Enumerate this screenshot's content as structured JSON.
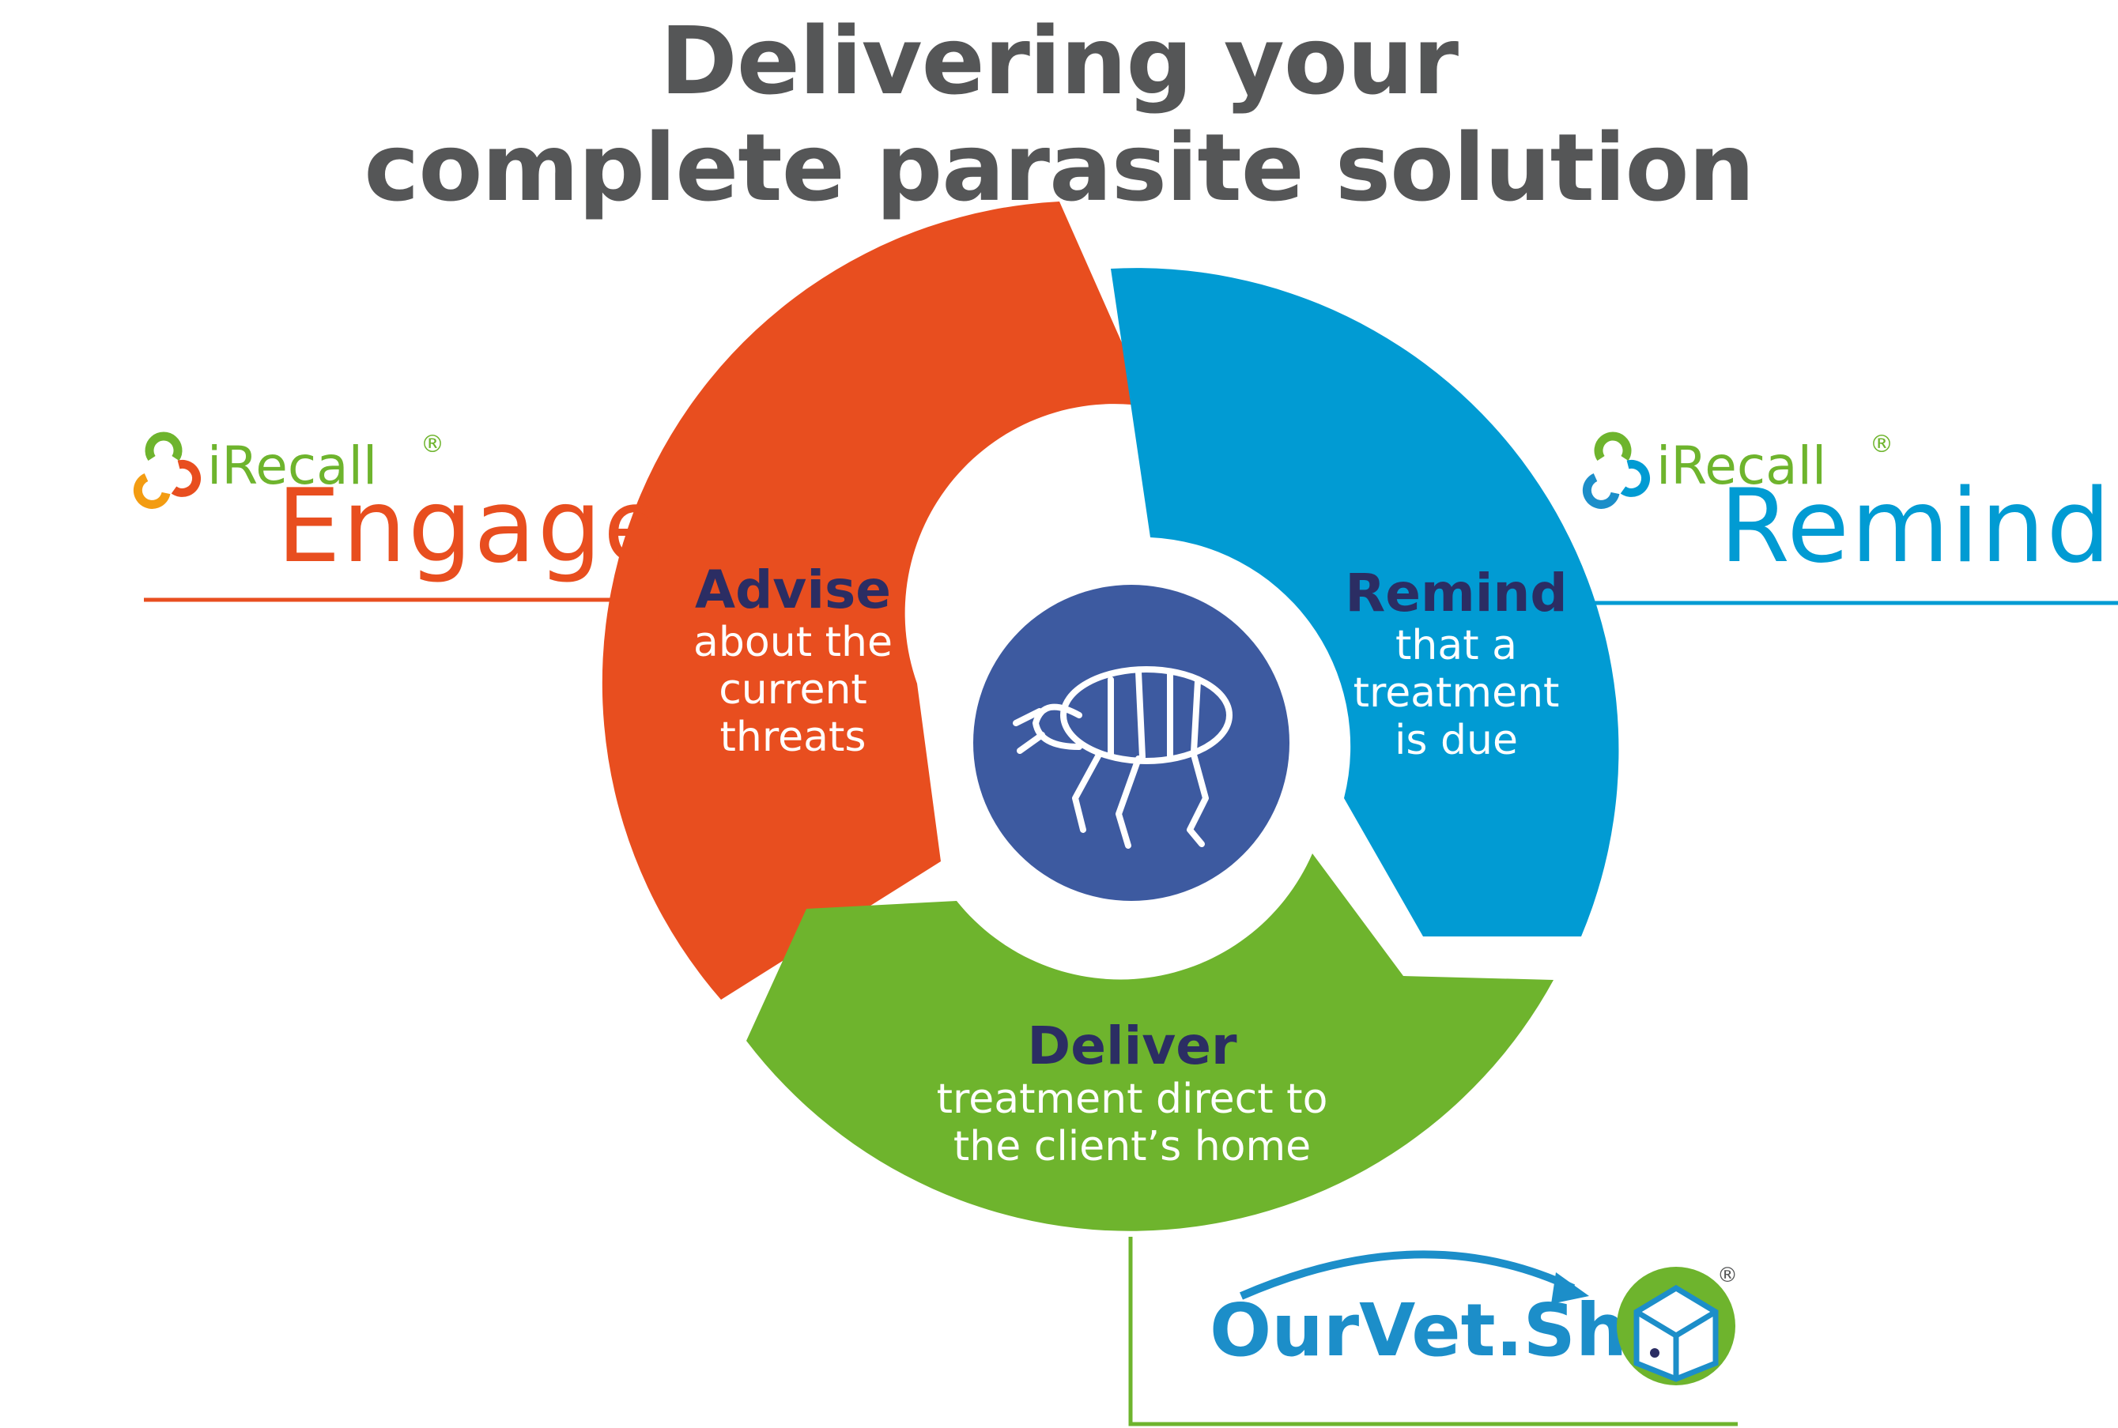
{
  "title": {
    "line1": "Delivering your",
    "line2": "complete parasite solution"
  },
  "colors": {
    "title": "#555657",
    "advise": "#e84e1f",
    "remind": "#019bd3",
    "deliver": "#6eb42d",
    "center": "#3d5aa0",
    "heading": "#2b2d63",
    "ourvet_blue": "#1c8ec9"
  },
  "segments": {
    "advise": {
      "heading": "Advise",
      "lines": [
        "about the",
        "current",
        "threats"
      ]
    },
    "remind": {
      "heading": "Remind",
      "lines": [
        "that a",
        "treatment",
        "is due"
      ]
    },
    "deliver": {
      "heading": "Deliver",
      "lines": [
        "treatment direct to",
        "the client’s home"
      ]
    }
  },
  "center_icon": "flea-icon",
  "logos": {
    "engage": {
      "brand": "iRecall",
      "reg": "®",
      "product": "Engage",
      "icon": "irecall-knot-icon"
    },
    "remind": {
      "brand": "iRecall",
      "reg": "®",
      "product": "Remind",
      "icon": "irecall-knot-icon"
    },
    "ourvet": {
      "brand": "OurVet.Shop",
      "reg": "®",
      "icon": "box-dog-icon"
    }
  }
}
